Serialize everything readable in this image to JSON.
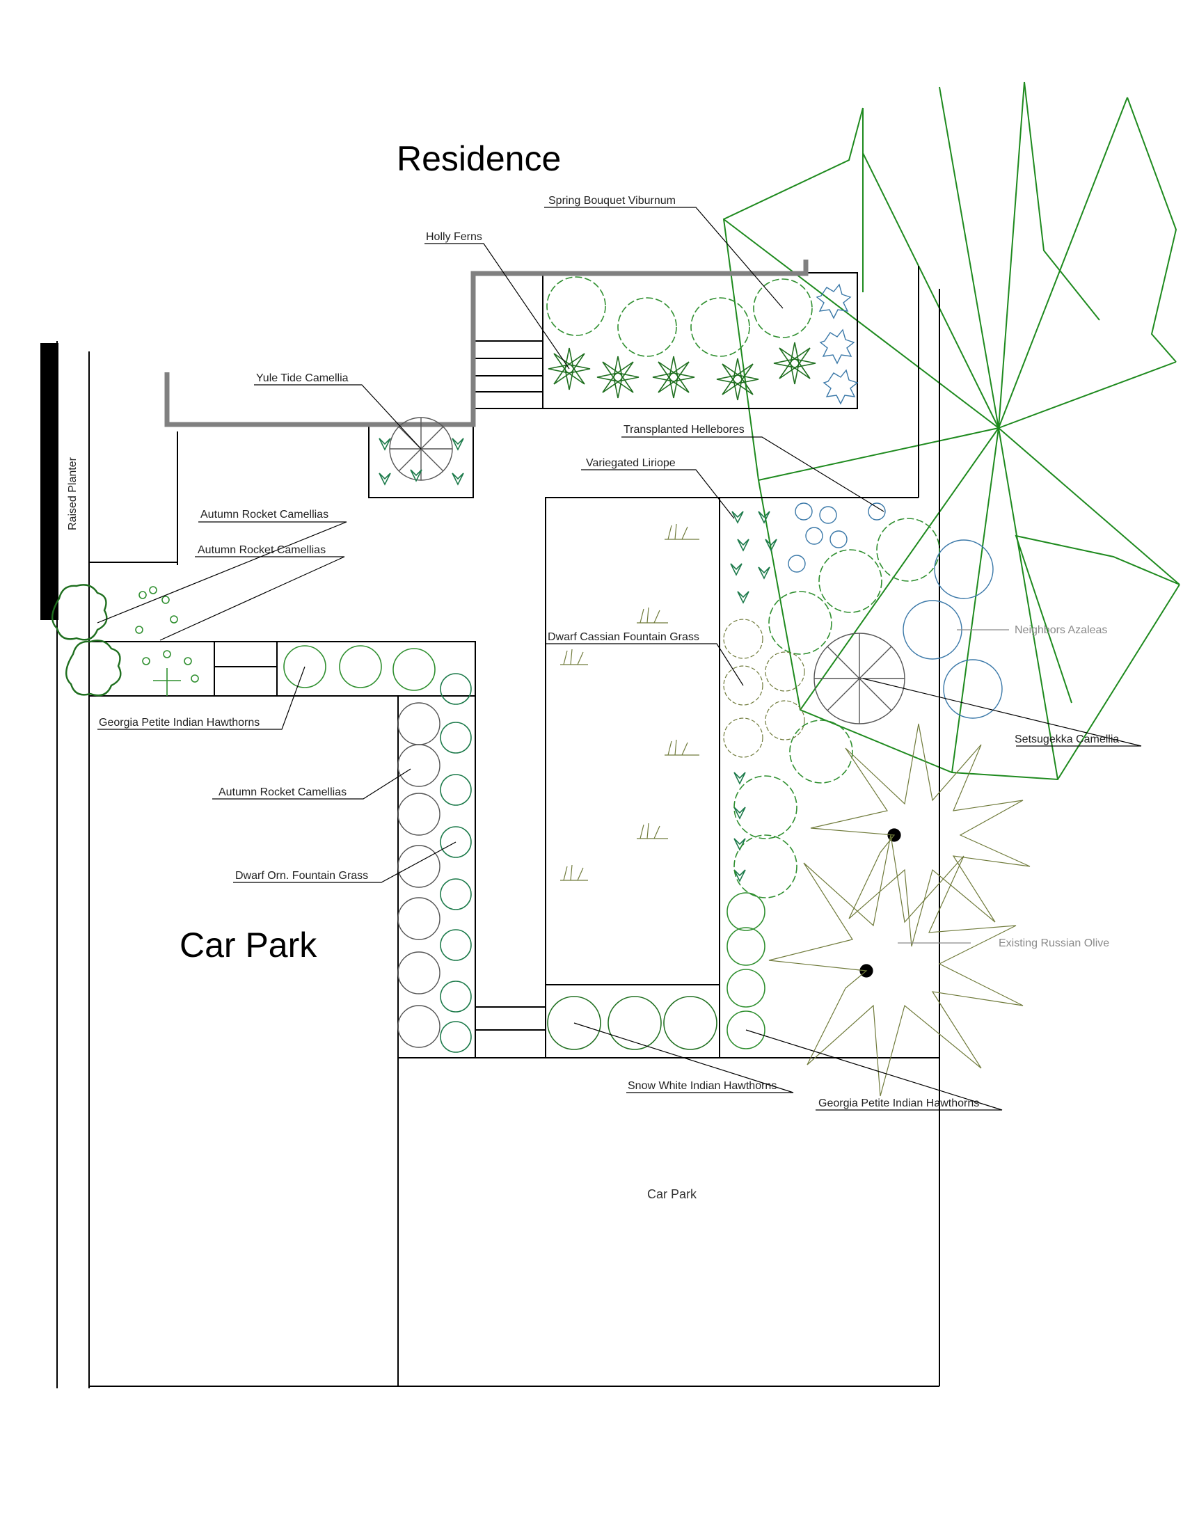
{
  "labels": {
    "residence": "Residence",
    "car_park_left": "Car Park",
    "car_park_bottom": "Car Park",
    "raised_planter": "Raised Planter",
    "spring_bouquet": "Spring Bouquet Viburnum",
    "holly_ferns": "Holly Ferns",
    "yule_tide": "Yule Tide Camellia",
    "transplanted_hellebores": "Transplanted Hellebores",
    "variegated_liriope": "Variegated Liriope",
    "autumn_rocket_1": "Autumn Rocket Camellias",
    "autumn_rocket_2": "Autumn Rocket Camellias",
    "autumn_rocket_3": "Autumn Rocket Camellias",
    "dwarf_cassian": "Dwarf Cassian Fountain Grass",
    "neighbors_azaleas": "Neighbors Azaleas",
    "setsugekka": "Setsugekka Camellia",
    "georgia_petite_1": "Georgia Petite Indian Hawthorns",
    "georgia_petite_2": "Georgia Petite Indian Hawthorns",
    "dwarf_orn": "Dwarf Orn. Fountain Grass",
    "existing_olive": "Existing Russian Olive",
    "snow_white": "Snow White Indian Hawthorns"
  },
  "colors": {
    "plant_green": "#2f8f2f",
    "tree_green": "#1e8a1e",
    "azalea_blue": "#3a78a8",
    "olive_line": "#6f7a3a",
    "wall_gray": "#808080",
    "annotation_gray": "#8a8a8a"
  }
}
